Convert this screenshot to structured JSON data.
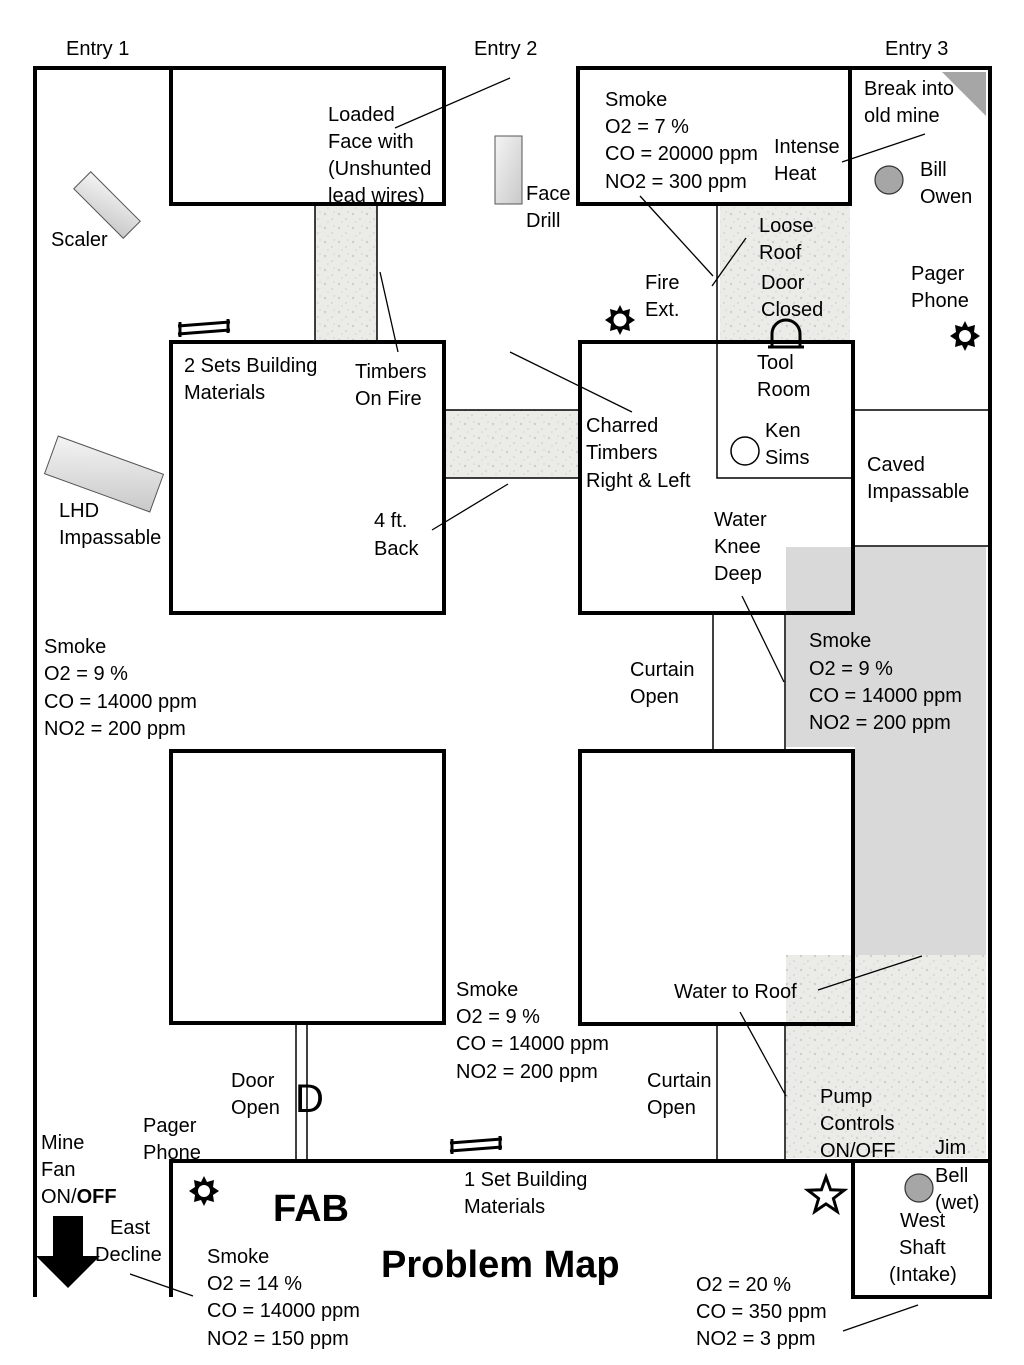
{
  "entries": {
    "entry1": "Entry 1",
    "entry2": "Entry 2",
    "entry3": "Entry 3"
  },
  "equipment": {
    "scaler": "Scaler",
    "face_drill": [
      "Face",
      "Drill"
    ],
    "lhd": [
      "LHD",
      "Impassable"
    ],
    "fire_ext": [
      "Fire",
      "Ext."
    ],
    "pager_phone_ne": [
      "Pager",
      "Phone"
    ],
    "pager_phone_sw": [
      "Pager",
      "Phone"
    ],
    "mine_fan": [
      "Mine",
      "Fan"
    ],
    "mine_fan_state_on": "ON/",
    "mine_fan_state_off": "OFF",
    "pump_controls": [
      "Pump",
      "Controls",
      "ON/OFF"
    ]
  },
  "hazards": {
    "loaded_face": [
      "Loaded",
      "Face with",
      "(Unshunted",
      "lead wires)"
    ],
    "intense_heat": [
      "Intense",
      "Heat"
    ],
    "break_into_old_mine": [
      "Break into",
      "old mine"
    ],
    "loose_roof": [
      "Loose",
      "Roof"
    ],
    "door_closed": [
      "Door",
      "Closed"
    ],
    "timbers_on_fire": [
      "Timbers",
      "On Fire"
    ],
    "charred_timbers": [
      "Charred",
      "Timbers",
      "Right & Left"
    ],
    "caved_impassable": [
      "Caved",
      "Impassable"
    ],
    "water_knee_deep": [
      "Water",
      "Knee",
      "Deep"
    ],
    "four_ft_back": [
      "4 ft.",
      "Back"
    ],
    "water_to_roof": "Water to Roof",
    "curtain_open_upper": [
      "Curtain",
      "Open"
    ],
    "curtain_open_lower": [
      "Curtain",
      "Open"
    ],
    "door_open": [
      "Door",
      "Open"
    ]
  },
  "places": {
    "building_materials_2": [
      "2 Sets Building",
      "Materials"
    ],
    "building_materials_1": [
      "1 Set Building",
      "Materials"
    ],
    "tool_room": [
      "Tool",
      "Room"
    ],
    "fab": "FAB",
    "east_decline": [
      "East",
      "Decline"
    ],
    "west_shaft": [
      "West",
      "Shaft",
      "(Intake)"
    ],
    "map_title": "Problem Map"
  },
  "persons": {
    "bill_owen": [
      "Bill",
      "Owen"
    ],
    "ken_sims": [
      "Ken",
      "Sims"
    ],
    "jim_bell": [
      "Jim",
      "Bell",
      "(wet)"
    ]
  },
  "readings": {
    "top_right": [
      "Smoke",
      "O2 = 7 %",
      "CO = 20000 ppm",
      "NO2 = 300 ppm"
    ],
    "left_mid": [
      "Smoke",
      "O2 = 9 %",
      "CO = 14000 ppm",
      "NO2 = 200 ppm"
    ],
    "right_mid": [
      "Smoke",
      "O2 = 9 %",
      "CO = 14000 ppm",
      "NO2 = 200 ppm"
    ],
    "center_low": [
      "Smoke",
      "O2 = 9 %",
      "CO = 14000 ppm",
      "NO2 = 200 ppm"
    ],
    "fab": [
      "Smoke",
      "O2 = 14 %",
      "CO = 14000 ppm",
      "NO2 = 150 ppm"
    ],
    "intake": [
      "O2 = 20 %",
      "CO = 350 ppm",
      "NO2 = 3 ppm"
    ]
  },
  "symbols": {
    "door": "D"
  },
  "colors": {
    "shaded_area": "#d9d9d9",
    "rubble": "#e6e6e2",
    "equipment": "#e2e2e2",
    "person_gray": "#a6a6a6"
  }
}
